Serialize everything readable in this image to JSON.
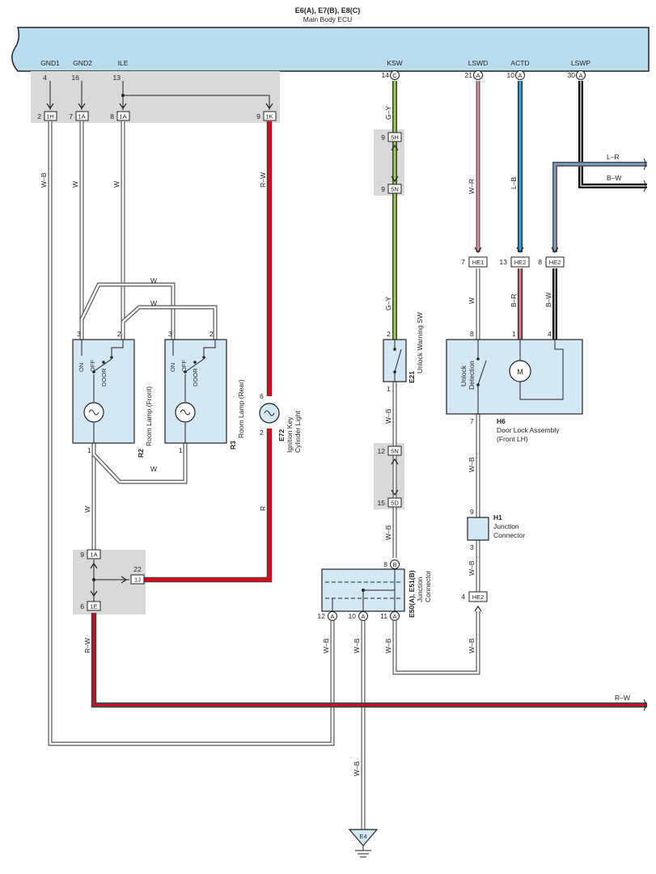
{
  "ecu": {
    "title": "E6(A), E7(B), E8(C)",
    "name": "Main Body ECU",
    "terminals": [
      "GND1",
      "GND2",
      "ILE",
      "KSW",
      "LSWD",
      "ACTD",
      "LSWP"
    ]
  },
  "pins": {
    "gnd1": "4",
    "gnd2": "16",
    "ile": "13",
    "ksw": "14",
    "ksw_conn": "C",
    "lswd": "21",
    "lswd_conn": "A",
    "actd": "10",
    "actd_conn": "A",
    "lswp": "30",
    "lswp_conn": "A"
  },
  "connectors": {
    "c1h": {
      "id": "1H",
      "pin": "2"
    },
    "c1a_a": {
      "id": "1A",
      "pin": "7"
    },
    "c1a_b": {
      "id": "1A",
      "pin": "8"
    },
    "c1k": {
      "id": "1K",
      "pin": "9"
    },
    "c5h": {
      "id": "5H",
      "pin": "9"
    },
    "c5n_a": {
      "id": "5N",
      "pin": "9"
    },
    "c5n_b": {
      "id": "5N",
      "pin": "12"
    },
    "c5d": {
      "id": "5D",
      "pin": "15"
    },
    "he1": {
      "id": "HE1",
      "pin": "7"
    },
    "he2_a": {
      "id": "HE2",
      "pin": "13"
    },
    "he2_b": {
      "id": "HE2",
      "pin": "8"
    },
    "he2_c": {
      "id": "HE2",
      "pin": "4"
    },
    "c1a_c": {
      "id": "1A",
      "pin": "9"
    },
    "c1j": {
      "id": "1J",
      "pin": "22"
    },
    "c1e": {
      "id": "1E",
      "pin": "6"
    },
    "b8": {
      "id": "B",
      "pin": "8"
    },
    "a12": {
      "id": "A",
      "pin": "12"
    },
    "a10": {
      "id": "A",
      "pin": "10"
    },
    "a11": {
      "id": "A",
      "pin": "11"
    }
  },
  "wire_colors": {
    "wb": "W–B",
    "w": "W",
    "rw": "R–W",
    "r": "R",
    "gy": "G–Y",
    "wr": "W–R",
    "lb": "L–B",
    "lr": "L–R",
    "bw": "B–W",
    "br": "B–R"
  },
  "components": {
    "r2": {
      "code": "R2",
      "name": "Room Lamp (Front)"
    },
    "r3": {
      "code": "R3",
      "name": "Room Lamp (Rear)"
    },
    "e72": {
      "code": "E72",
      "name1": "Ignition Key",
      "name2": "Cylinder Light"
    },
    "e21": {
      "code": "E21",
      "name": "Unlock Warning SW"
    },
    "h6": {
      "code": "H6",
      "name1": "Door Lock Assembly",
      "name2": "(Front LH)"
    },
    "h1": {
      "code": "H1",
      "name1": "Junction",
      "name2": "Connector"
    },
    "e50": {
      "code": "E50(A), E51(B)",
      "name1": "Junction",
      "name2": "Connector"
    },
    "e4": {
      "code": "E4"
    }
  },
  "lamp_switch": {
    "on": "ON",
    "off": "OFF",
    "door": "DOOR"
  },
  "lock_labels": {
    "unlock": "Unlock",
    "detection": "Detection",
    "motor": "M"
  },
  "terminal_nums": {
    "r2_3": "3",
    "r2_2": "2",
    "r2_1": "1",
    "r3_3": "3",
    "r3_2": "2",
    "r3_1": "1",
    "e72_6": "6",
    "e72_2": "2",
    "e21_2": "2",
    "e21_1": "1",
    "h6_8": "8",
    "h6_1": "1",
    "h6_4": "4",
    "h6_7": "7",
    "h1_9": "9",
    "h1_3": "3"
  },
  "colors": {
    "ecu_fill": "#b9dcef",
    "component_fill": "#d4e8f3",
    "splice_gray": "#d9d9d9",
    "red": "#e3001b",
    "green": "#6cc24a",
    "blue": "#2f9fe0",
    "pink": "#f08a96",
    "black": "#111111",
    "brown": "#a35c4b"
  }
}
